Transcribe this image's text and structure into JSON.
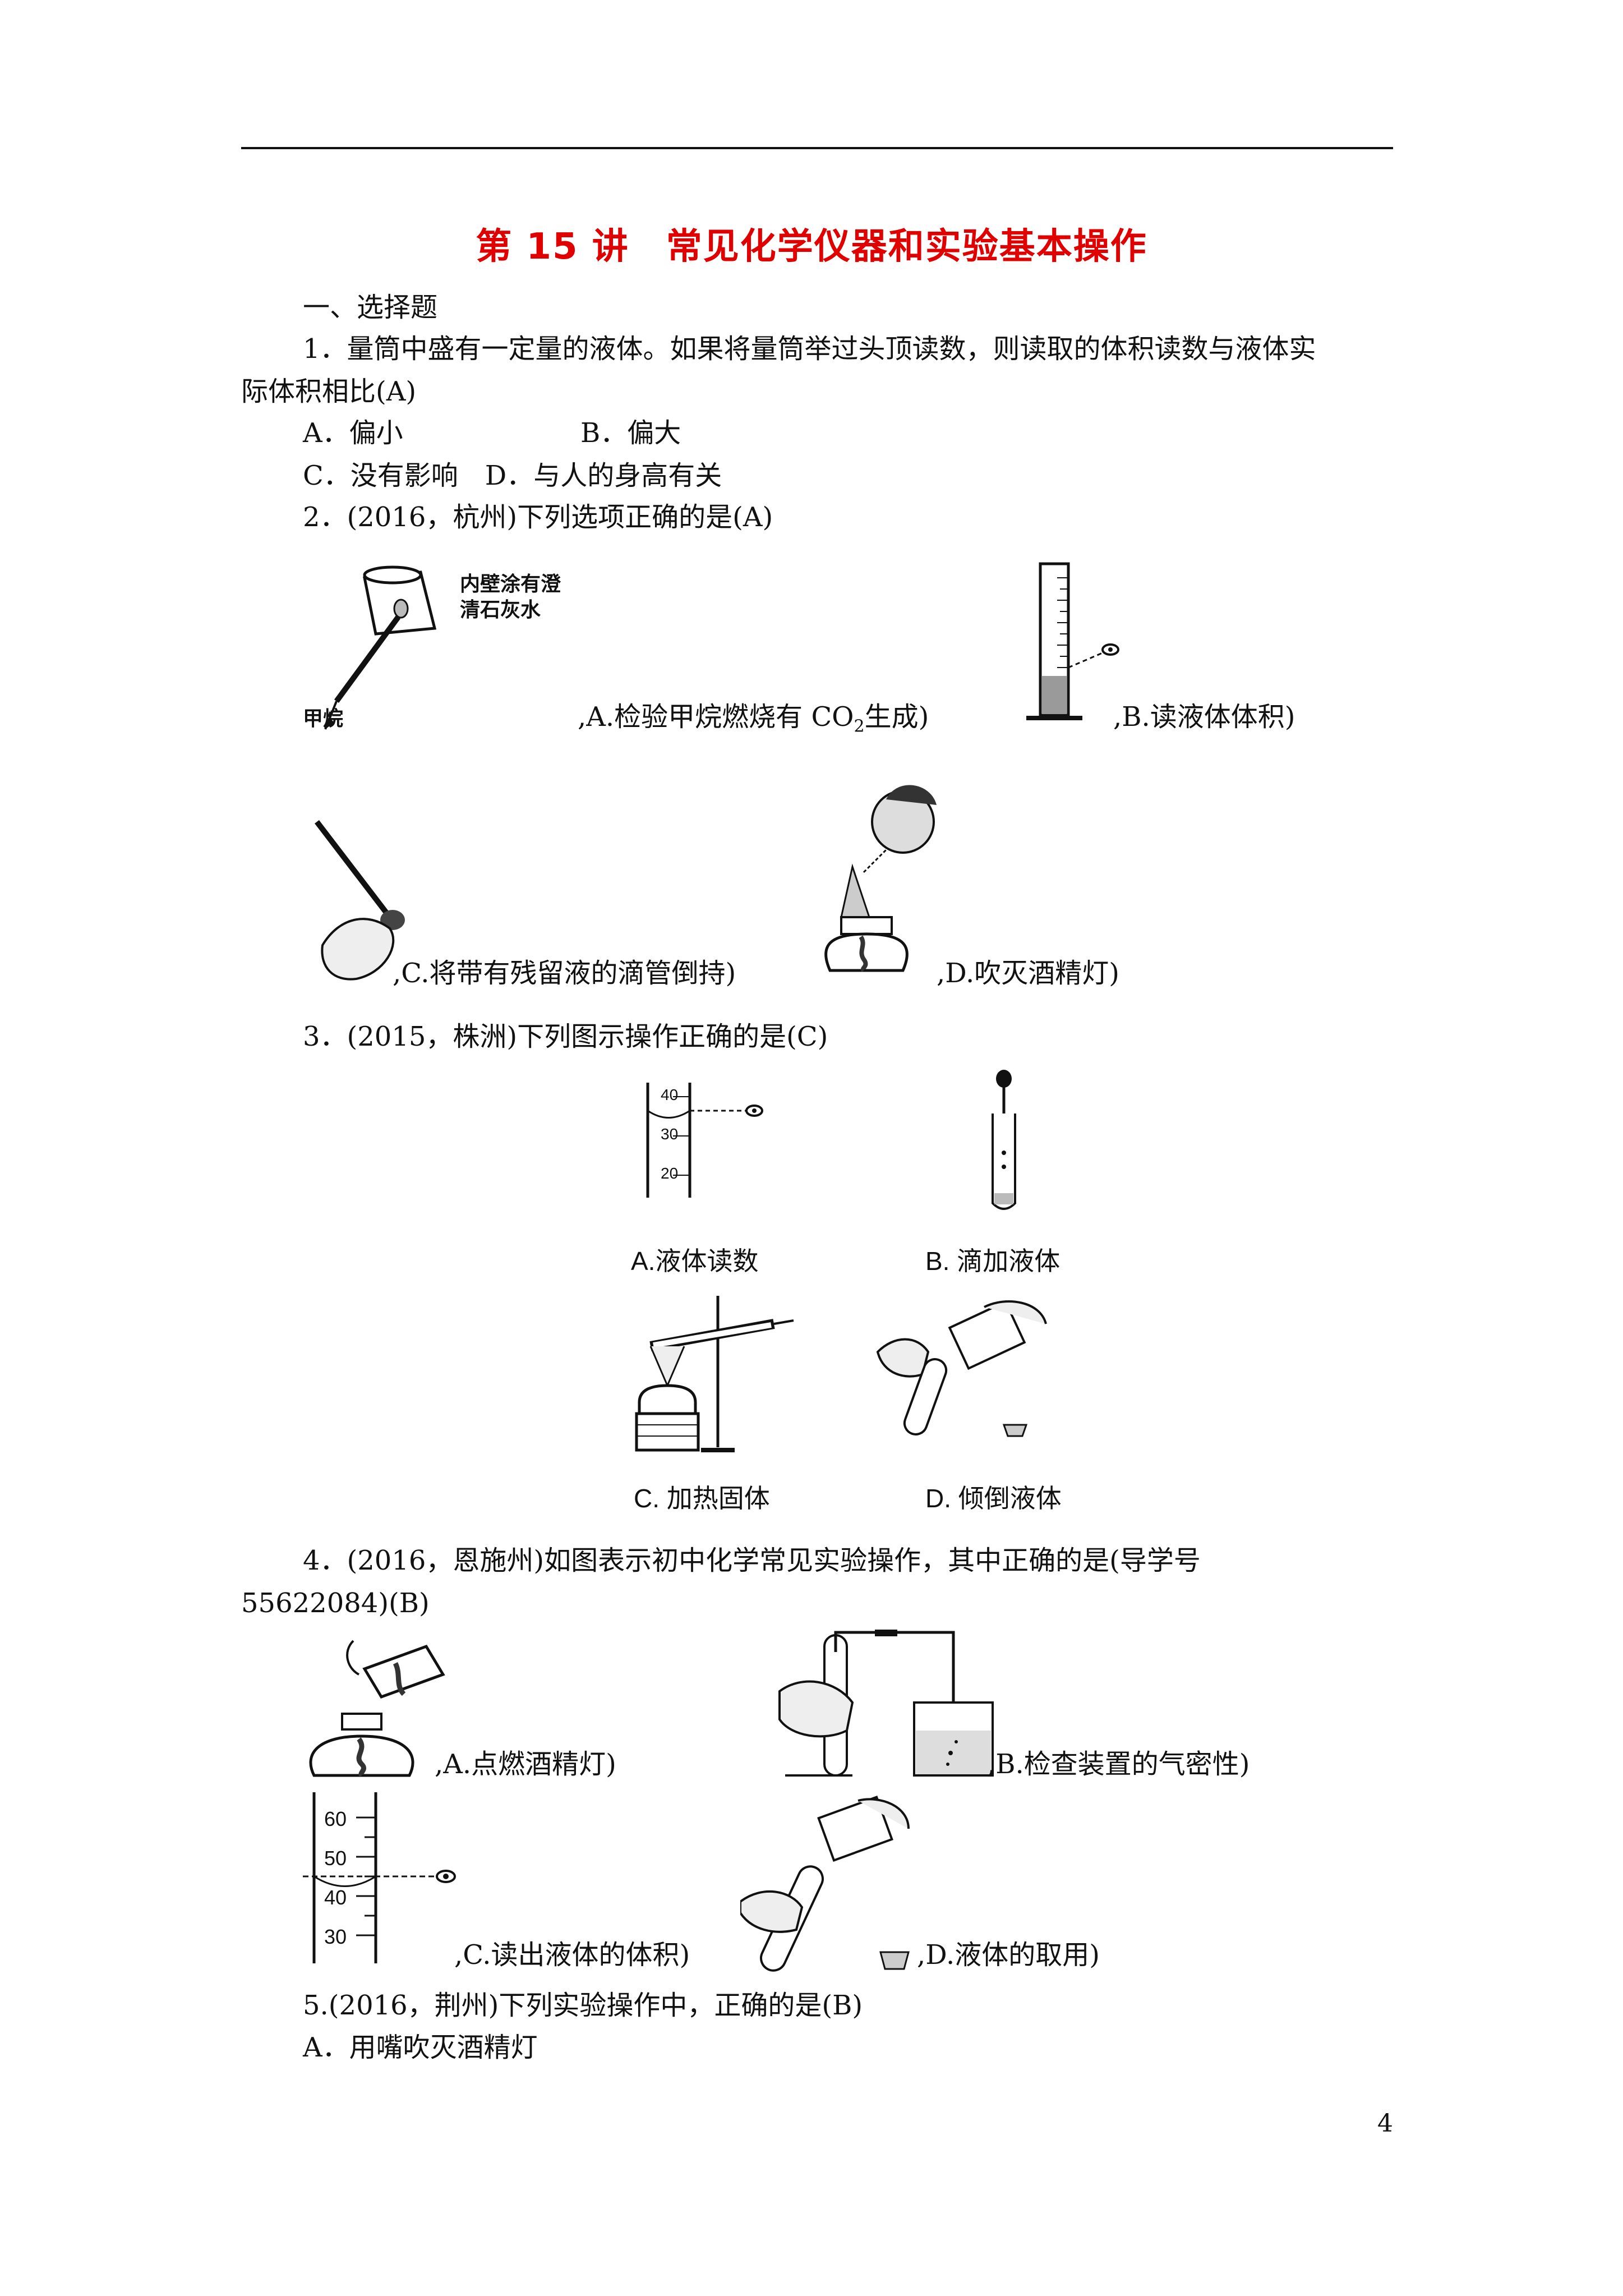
{
  "title": "第 15 讲　常见化学仪器和实验基本操作",
  "section": "一、选择题",
  "q1": {
    "line1": "1．量筒中盛有一定量的液体。如果将量筒举过头顶读数，则读取的体积读数与液体实",
    "line2": "际体积相比(A)",
    "optA": "A．偏小",
    "optB": "B．偏大",
    "optCD": "C．没有影响　D．与人的身高有关"
  },
  "q2": {
    "stem": "2．(2016，杭州)下列选项正确的是(A)",
    "figA_label1": "内壁涂有澄",
    "figA_label2": "清石灰水",
    "figA_label3": "甲烷",
    "capA_pre": ",A.检验甲烷燃烧有 CO",
    "capA_sub": "2",
    "capA_post": "生成)",
    "capB": ",B.读液体体积)",
    "capC": ",C.将带有残留液的滴管倒持)",
    "capD": ",D.吹灭酒精灯)"
  },
  "q3": {
    "stem": "3．(2015，株洲)下列图示操作正确的是(C)",
    "ticks": [
      "40",
      "30",
      "20"
    ],
    "capA": "A.液体读数",
    "capB": "B. 滴加液体",
    "capC": "C. 加热固体",
    "capD": "D. 倾倒液体"
  },
  "q4": {
    "line1": "4．(2016，恩施州)如图表示初中化学常见实验操作，其中正确的是(导学号",
    "line2": "55622084)(B)",
    "capA": ",A.点燃酒精灯)",
    "capB": ",B.检查装置的气密性)",
    "ticks": [
      "60",
      "50",
      "40",
      "30"
    ],
    "capC": ",C.读出液体的体积)",
    "capD": ",D.液体的取用)"
  },
  "q5": {
    "stem": "5.(2016，荆州)下列实验操作中，正确的是(B)",
    "optA": "A．用嘴吹灭酒精灯"
  },
  "page_number": "4"
}
